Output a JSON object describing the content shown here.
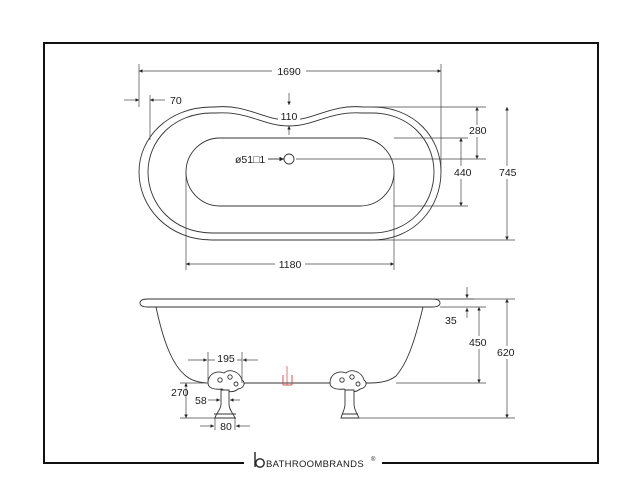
{
  "top_view": {
    "length": "1690",
    "end_offset": "70",
    "waste_offset": "110",
    "waste_label": "ø51□1",
    "waste_to_side": "280",
    "inner_width": "440",
    "overall_width": "745",
    "inner_length": "1180"
  },
  "side_view": {
    "rim_thickness": "35",
    "inner_depth": "450",
    "overall_height": "620",
    "foot_spacing": "195",
    "foot_height": "270",
    "foot_width": "58",
    "foot_base": "80"
  },
  "brand": {
    "name": "BATHROOMBRANDS",
    "trademark": "®",
    "logo_icon": "b-logo-icon"
  }
}
